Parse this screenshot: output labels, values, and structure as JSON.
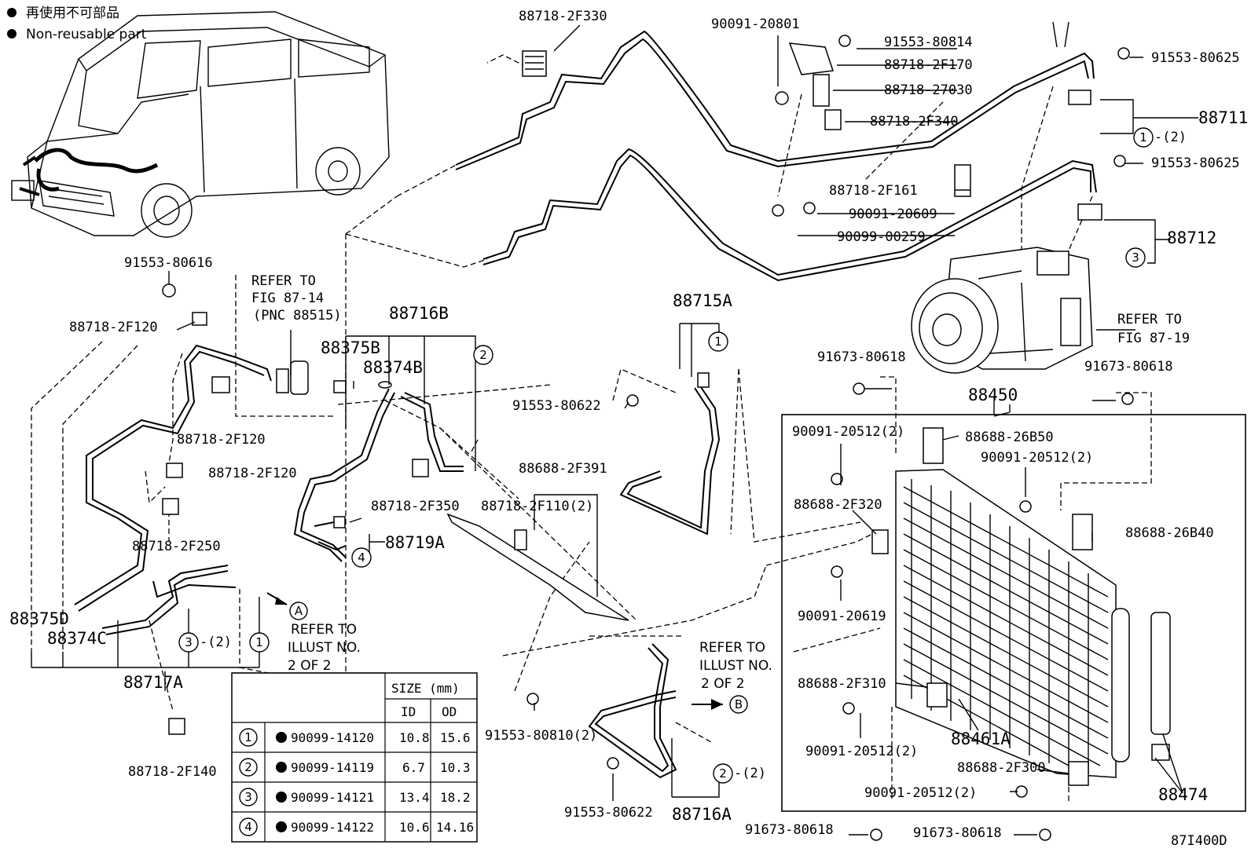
{
  "legend": {
    "line1": "再使用不可部品",
    "line2": "Non-reusable part"
  },
  "labels": {
    "p_88718_2F330": "88718-2F330",
    "p_90091_20801": "90091-20801",
    "p_91553_80814": "91553-80814",
    "p_88718_2F170": "88718-2F170",
    "p_88718_27030": "88718-27030",
    "p_88718_2F340": "88718-2F340",
    "p_91553_80625_a": "91553-80625",
    "p_88711": "88711",
    "p_91553_80625_b": "91553-80625",
    "p_88718_2F161": "88718-2F161",
    "p_90091_20609": "90091-20609",
    "p_90099_00259": "90099-00259",
    "p_88712": "88712",
    "p_91553_80616": "91553-80616",
    "p_88718_2F120_a": "88718-2F120",
    "p_88718_2F120_b": "88718-2F120",
    "p_88718_2F120_c": "88718-2F120",
    "p_88718_2F250": "88718-2F250",
    "p_88716B": "88716B",
    "p_88375B": "88375B",
    "p_88374B": "88374B",
    "p_88715A": "88715A",
    "p_91553_80622_a": "91553-80622",
    "p_88688_2F391": "88688-2F391",
    "p_88718_2F110": "88718-2F110(2)",
    "p_88718_2F350": "88718-2F350",
    "p_88719A": "88719A",
    "p_88375D": "88375D",
    "p_88374C": "88374C",
    "p_88717A": "88717A",
    "p_88718_2F140": "88718-2F140",
    "p_91553_80810": "91553-80810(2)",
    "p_91553_80622_b": "91553-80622",
    "p_88716A": "88716A",
    "p_91673_80618_a": "91673-80618",
    "p_91673_80618_b": "91673-80618",
    "p_88450": "88450",
    "p_90091_20512_a": "90091-20512(2)",
    "p_88688_26B50": "88688-26B50",
    "p_90091_20512_b": "90091-20512(2)",
    "p_88688_2F320": "88688-2F320",
    "p_88688_26B40": "88688-26B40",
    "p_90091_20619": "90091-20619",
    "p_88688_2F310": "88688-2F310",
    "p_90091_20512_c": "90091-20512(2)",
    "p_88461A": "88461A",
    "p_88688_2F300": "88688-2F300",
    "p_90091_20512_d": "90091-20512(2)",
    "p_88474": "88474",
    "p_91673_80618_c": "91673-80618",
    "p_91673_80618_d": "91673-80618",
    "figure_code": "87I400D"
  },
  "refs": {
    "fig87_14_l1": "REFER TO",
    "fig87_14_l2": "FIG 87-14",
    "fig87_14_l3": "(PNC 88515)",
    "fig87_19_l1": "REFER TO",
    "fig87_19_l2": "FIG 87-19",
    "illA_l1": "REFER TO",
    "illA_l2": "ILLUST NO.",
    "illA_l3": "2 OF 2",
    "illB_l1": "REFER TO",
    "illB_l2": "ILLUST NO.",
    "illB_l3": "2 OF 2",
    "marker_A": "A",
    "marker_B": "B"
  },
  "callouts": {
    "c1": "1",
    "c2": "2",
    "c3": "3",
    "c4": "4",
    "x2": "-(2)"
  },
  "table": {
    "header_size": "SIZE (mm)",
    "header_id": "ID",
    "header_od": "OD",
    "rows": [
      {
        "num": "1",
        "part": "90099-14120",
        "id": "10.8",
        "od": "15.6"
      },
      {
        "num": "2",
        "part": "90099-14119",
        "id": "6.7",
        "od": "10.3"
      },
      {
        "num": "3",
        "part": "90099-14121",
        "id": "13.4",
        "od": "18.2"
      },
      {
        "num": "4",
        "part": "90099-14122",
        "id": "10.6",
        "od": "14.16"
      }
    ]
  }
}
